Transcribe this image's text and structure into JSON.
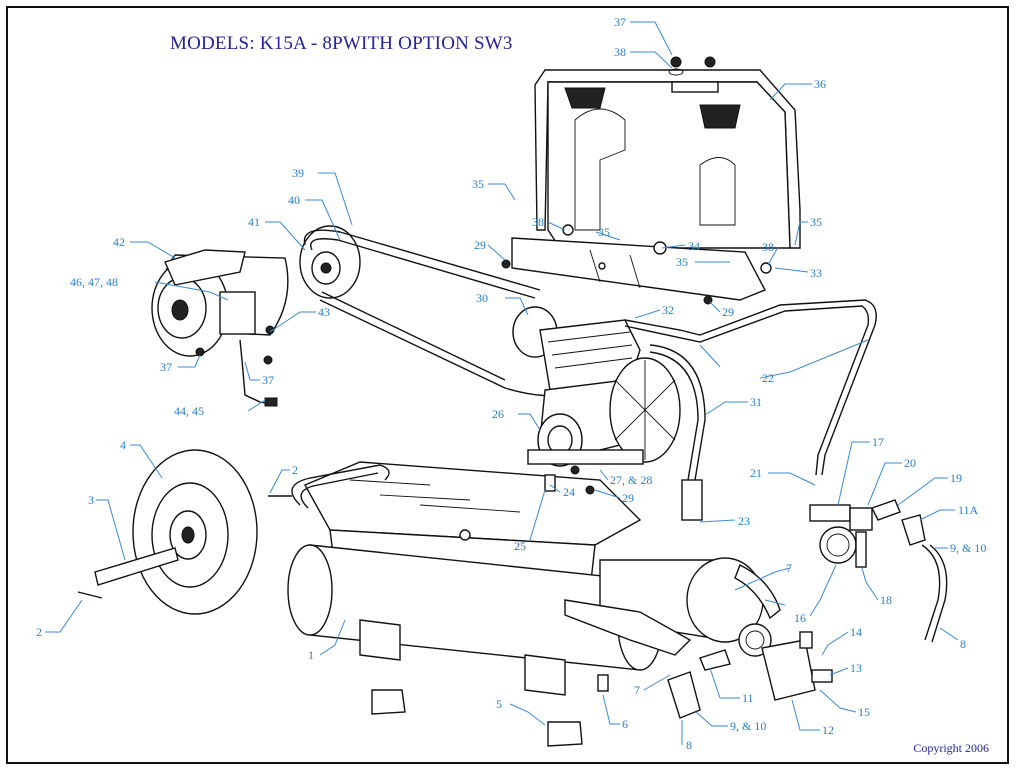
{
  "title": "MODELS:  K15A - 8PWITH OPTION  SW3",
  "copyright": "Copyright 2006",
  "callouts": {
    "c1": "1",
    "c2a": "2",
    "c2b": "2",
    "c3": "3",
    "c4": "4",
    "c5": "5",
    "c6": "6",
    "c7a": "7",
    "c7b": "7",
    "c8a": "8",
    "c8b": "8",
    "c9a": "9, & 10",
    "c9b": "9, & 10",
    "c11": "11",
    "c11a": "11A",
    "c12": "12",
    "c13": "13",
    "c14": "14",
    "c15": "15",
    "c16": "16",
    "c17": "17",
    "c18": "18",
    "c19": "19",
    "c20": "20",
    "c21": "21",
    "c22": "22",
    "c23": "23",
    "c24": "24",
    "c25": "25",
    "c26": "26",
    "c27": "27, & 28",
    "c29a": "29",
    "c29b": "29",
    "c29c": "29",
    "c30": "30",
    "c31": "31",
    "c32": "32",
    "c33": "33",
    "c34": "34",
    "c35a": "35",
    "c35b": "35",
    "c35c": "35",
    "c35d": "35",
    "c36": "36",
    "c37a": "37",
    "c37b": "37",
    "c37c": "37",
    "c38a": "38",
    "c38b": "38",
    "c38c": "38",
    "c39": "39",
    "c40": "40",
    "c41": "41",
    "c42": "42",
    "c43": "43",
    "c44": "44, 45",
    "c46": "46, 47, 48"
  }
}
